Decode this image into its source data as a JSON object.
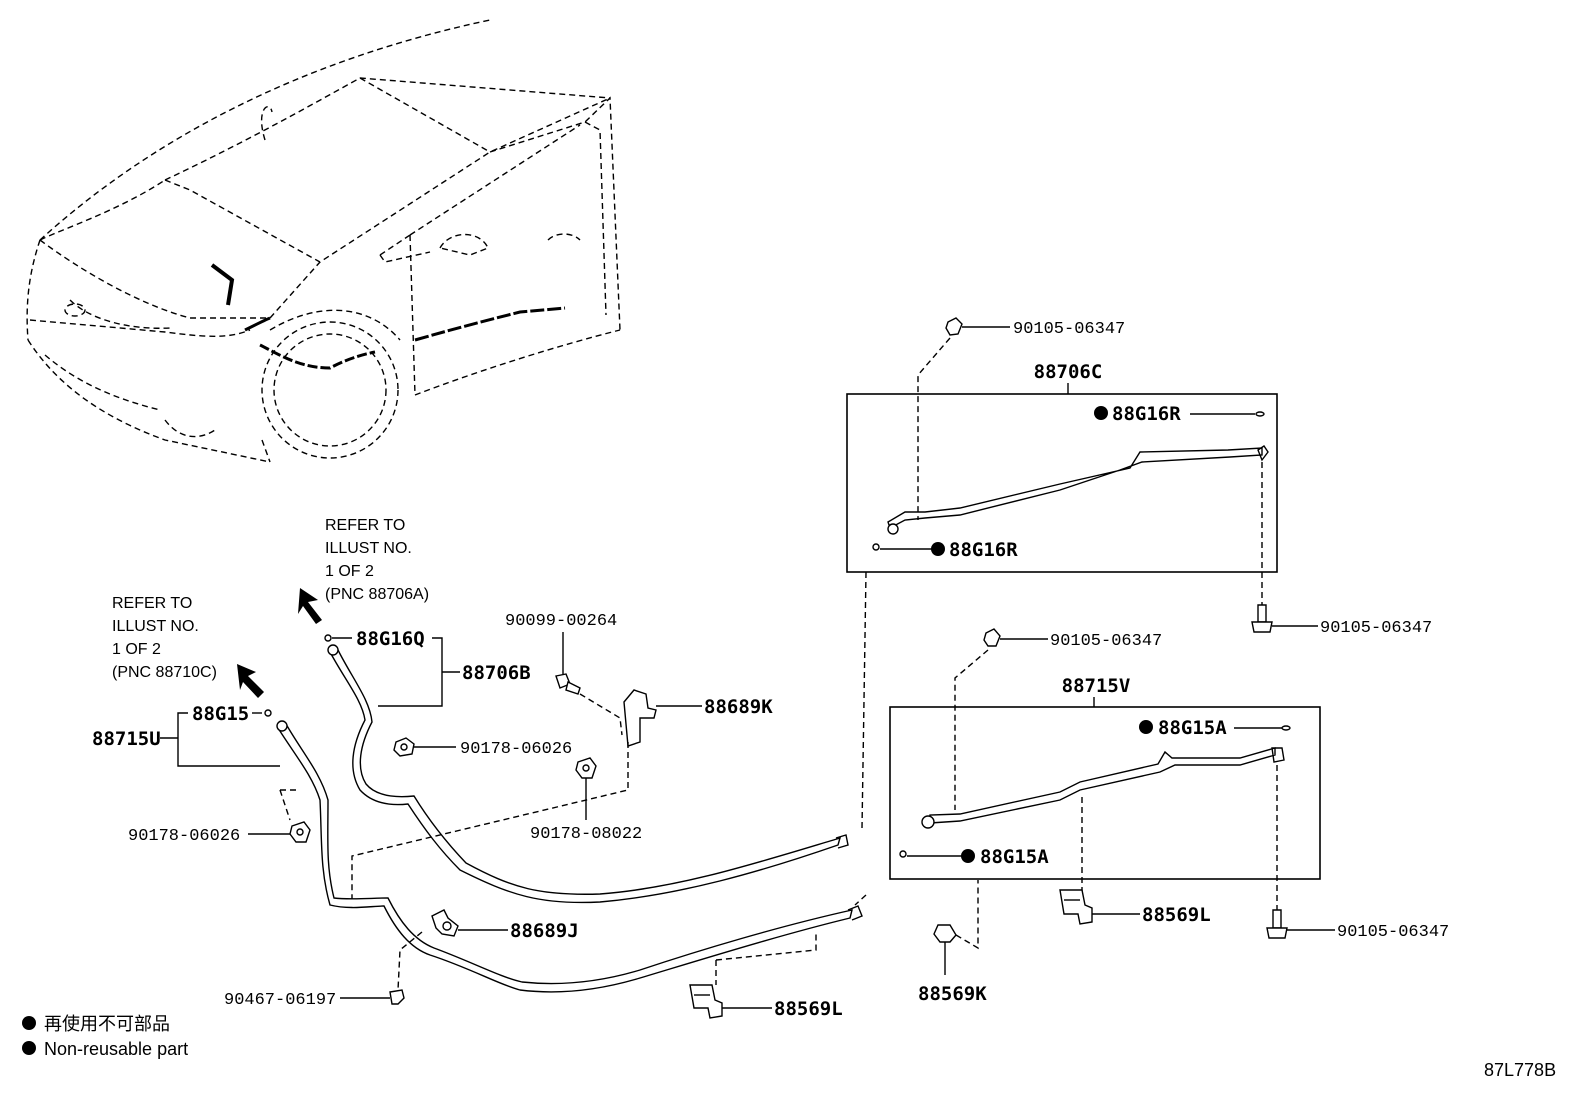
{
  "refer_notes": [
    {
      "lines": [
        "REFER TO",
        "ILLUST NO.",
        "1 OF 2",
        "(PNC 88706A)"
      ]
    },
    {
      "lines": [
        "REFER TO",
        "ILLUST NO.",
        "1 OF 2",
        "(PNC 88710C)"
      ]
    }
  ],
  "labels": {
    "p88706C": "88706C",
    "p88G16R_top": "88G16R",
    "p88G16R_bot": "88G16R",
    "p90105_a": "90105-06347",
    "p90105_b": "90105-06347",
    "p90105_c": "90105-06347",
    "p90105_d": "90105-06347",
    "p88715V": "88715V",
    "p88G15A_top": "88G15A",
    "p88G15A_bot": "88G15A",
    "p88569L_a": "88569L",
    "p88569L_b": "88569L",
    "p88569K": "88569K",
    "p88G16Q": "88G16Q",
    "p88706B": "88706B",
    "p90099": "90099-00264",
    "p88689K": "88689K",
    "p90178_06026_a": "90178-06026",
    "p90178_08022": "90178-08022",
    "p88G15": "88G15",
    "p88715U": "88715U",
    "p90178_06026_b": "90178-06026",
    "p88689J": "88689J",
    "p90467": "90467-06197"
  },
  "legend": [
    {
      "symbol": "●",
      "text": "再使用不可部品"
    },
    {
      "symbol": "●",
      "text": "Non-reusable part"
    }
  ],
  "illustration_code": "87L778B"
}
